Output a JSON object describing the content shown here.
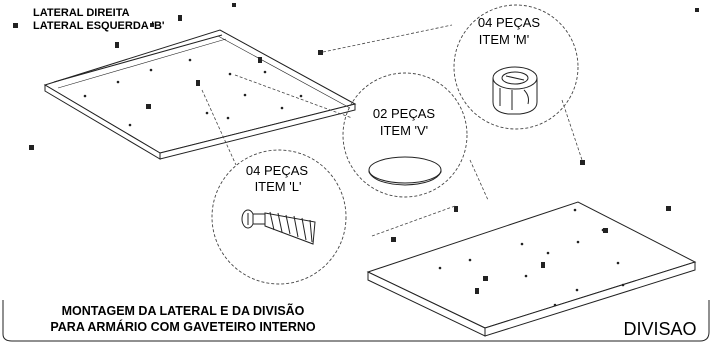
{
  "header": {
    "line1": "LATERAL DIREITA",
    "line2": "LATERAL ESQUERDA 'B'"
  },
  "callouts": {
    "m": {
      "qty": "04 PEÇAS",
      "item": "ITEM 'M'"
    },
    "v": {
      "qty": "02 PEÇAS",
      "item": "ITEM 'V'"
    },
    "l": {
      "qty": "04 PEÇAS",
      "item": "ITEM 'L'"
    }
  },
  "footer": {
    "line1": "MONTAGEM DA LATERAL E DA DIVISÃO",
    "line2": "PARA ARMÁRIO COM GAVETEIRO INTERNO"
  },
  "part_label": "DIVISAO"
}
